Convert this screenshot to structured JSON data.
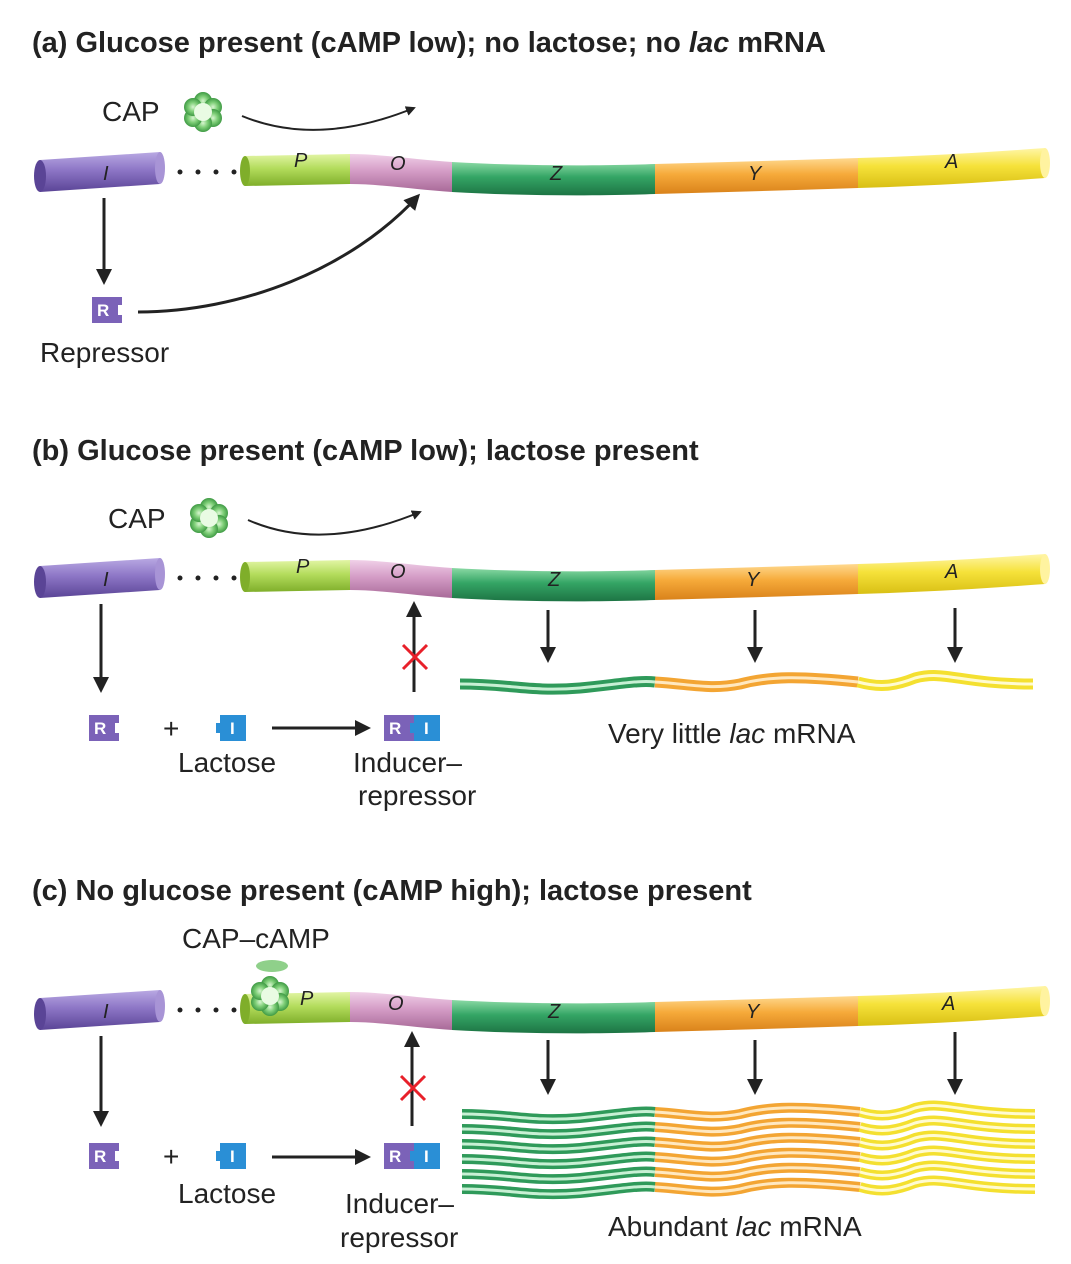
{
  "panels": [
    {
      "title_prefix": "(a) Glucose present (cAMP low); no lactose; no ",
      "title_italic": "lac",
      "title_suffix": " mRNA",
      "cap_label": "CAP",
      "repressor_label": "Repressor"
    },
    {
      "title_prefix": "(b) Glucose present (cAMP low); lactose present",
      "cap_label": "CAP",
      "plus": "+",
      "lactose_label": "Lactose",
      "inducer_line1": "Inducer–",
      "inducer_line2": "repressor",
      "mrna_prefix": "Very little ",
      "mrna_italic": "lac",
      "mrna_suffix": " mRNA"
    },
    {
      "title_prefix": "(c) No glucose present (cAMP high); lactose present",
      "cap_label": "CAP–cAMP",
      "plus": "+",
      "lactose_label": "Lactose",
      "inducer_line1": "Inducer–",
      "inducer_line2": "repressor",
      "mrna_prefix": "Abundant ",
      "mrna_italic": "lac",
      "mrna_suffix": " mRNA"
    }
  ],
  "genes": {
    "i": "I",
    "p": "P",
    "o": "O",
    "z": "Z",
    "y": "Y",
    "a": "A"
  },
  "molecules": {
    "repressor": "R",
    "inducer": "I"
  },
  "colors": {
    "I": "#7b62b8",
    "P": "#a8d44a",
    "O": "#cc8fbe",
    "Z": "#2f9a5a",
    "Y": "#f3a533",
    "A": "#f4e030",
    "CAP": "#5fbf5f",
    "repressor_box": "#7b62b8",
    "inducer_box": "#2a8fd6",
    "block_x": "#e8202a"
  }
}
